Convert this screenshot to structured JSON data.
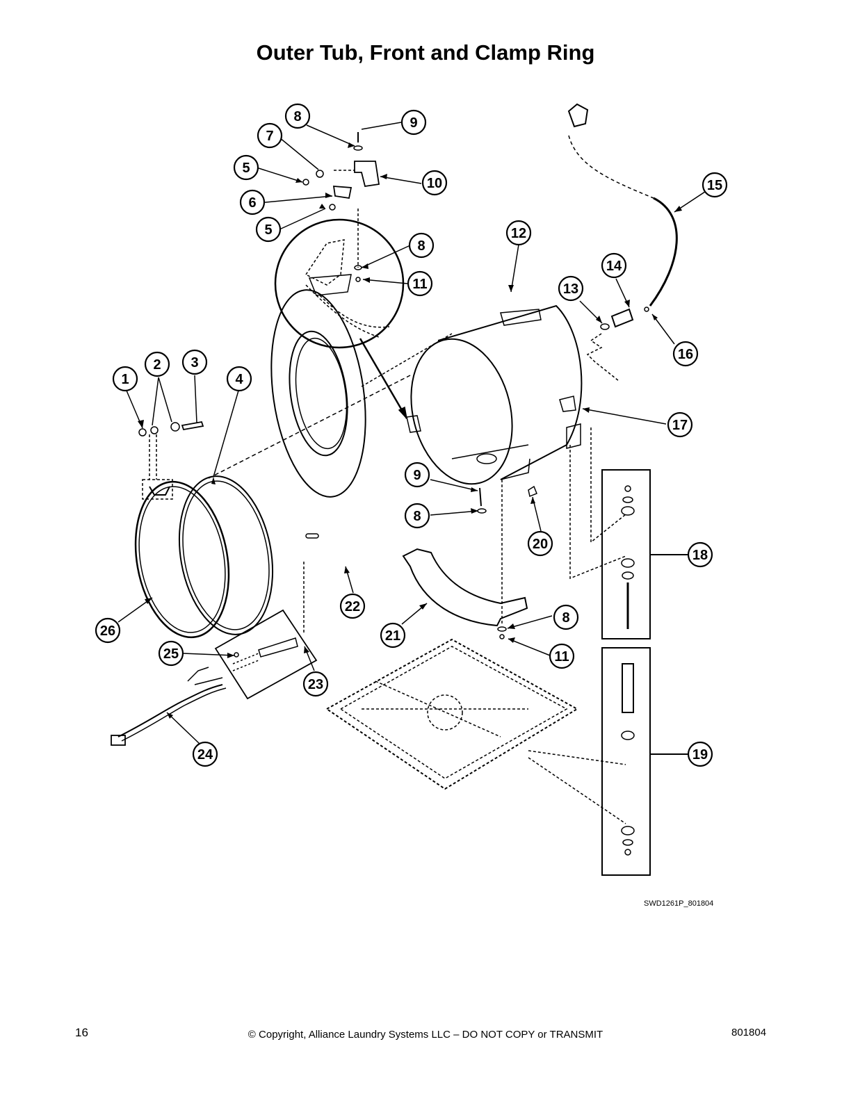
{
  "page": {
    "title": "Outer Tub, Front and Clamp Ring",
    "drawing_code": "SWD1261P_801804",
    "page_number": "16",
    "copyright": "© Copyright, Alliance Laundry Systems LLC – DO NOT COPY or TRANSMIT",
    "doc_number": "801804"
  },
  "callouts": [
    {
      "id": "c1",
      "label": "1"
    },
    {
      "id": "c2",
      "label": "2"
    },
    {
      "id": "c3",
      "label": "3"
    },
    {
      "id": "c4",
      "label": "4"
    },
    {
      "id": "c5a",
      "label": "5"
    },
    {
      "id": "c5b",
      "label": "5"
    },
    {
      "id": "c6",
      "label": "6"
    },
    {
      "id": "c7",
      "label": "7"
    },
    {
      "id": "c8a",
      "label": "8"
    },
    {
      "id": "c8b",
      "label": "8"
    },
    {
      "id": "c8c",
      "label": "8"
    },
    {
      "id": "c8d",
      "label": "8"
    },
    {
      "id": "c9a",
      "label": "9"
    },
    {
      "id": "c9b",
      "label": "9"
    },
    {
      "id": "c10",
      "label": "10"
    },
    {
      "id": "c11a",
      "label": "11"
    },
    {
      "id": "c11b",
      "label": "11"
    },
    {
      "id": "c12",
      "label": "12"
    },
    {
      "id": "c13",
      "label": "13"
    },
    {
      "id": "c14",
      "label": "14"
    },
    {
      "id": "c15",
      "label": "15"
    },
    {
      "id": "c16",
      "label": "16"
    },
    {
      "id": "c17",
      "label": "17"
    },
    {
      "id": "c18",
      "label": "18"
    },
    {
      "id": "c19",
      "label": "19"
    },
    {
      "id": "c20",
      "label": "20"
    },
    {
      "id": "c21",
      "label": "21"
    },
    {
      "id": "c22",
      "label": "22"
    },
    {
      "id": "c23",
      "label": "23"
    },
    {
      "id": "c24",
      "label": "24"
    },
    {
      "id": "c25",
      "label": "25"
    },
    {
      "id": "c26",
      "label": "26"
    }
  ]
}
